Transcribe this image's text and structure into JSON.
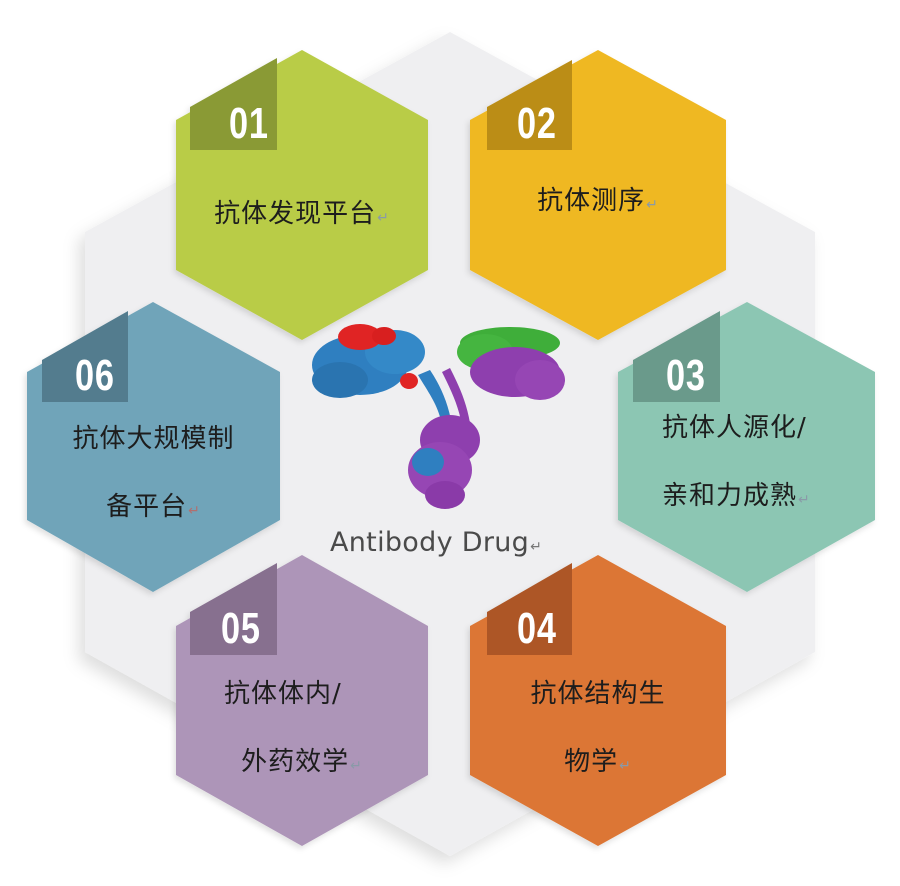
{
  "center": {
    "caption": "Antibody Drug",
    "image": "antibody-protein-structure",
    "colors": {
      "heavy_chain_1": "#2f7fc0",
      "light_chain_1": "#e02424",
      "heavy_chain_2": "#8e3fae",
      "light_chain_2": "#3fae3a"
    }
  },
  "background": {
    "hexagon_color": "#efeff1",
    "page_color": "#ffffff"
  },
  "hexagons": [
    {
      "id": "01",
      "number": "01",
      "lines": [
        "抗体发现平台"
      ],
      "color": "#b9cc46",
      "tab_color": "#8a9a35"
    },
    {
      "id": "02",
      "number": "02",
      "lines": [
        "抗体测序"
      ],
      "color": "#efb820",
      "tab_color": "#bb8d16"
    },
    {
      "id": "03",
      "number": "03",
      "lines": [
        "抗体人源化/",
        "亲和力成熟"
      ],
      "color": "#8cc6b3",
      "tab_color": "#6a9a8b"
    },
    {
      "id": "04",
      "number": "04",
      "lines": [
        "抗体结构生",
        "物学"
      ],
      "color": "#dc7634",
      "tab_color": "#ad5726"
    },
    {
      "id": "05",
      "number": "05",
      "lines": [
        "抗体体内/",
        "外药效学"
      ],
      "color": "#ad95b8",
      "tab_color": "#87708f"
    },
    {
      "id": "06",
      "number": "06",
      "lines": [
        "抗体大规模制",
        "备平台"
      ],
      "color": "#6fa4b9",
      "tab_color": "#527c8e"
    }
  ],
  "paragraph_mark": "↵"
}
